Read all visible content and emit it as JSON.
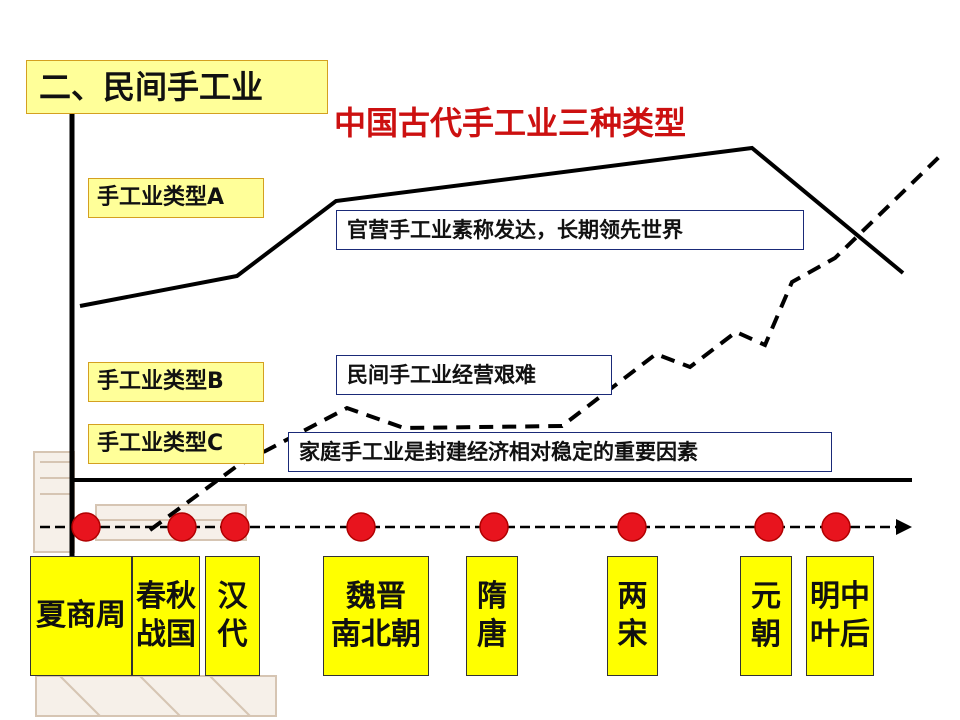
{
  "header": {
    "section_title": "二、民间手工业"
  },
  "title": "中国古代手工业三种类型",
  "type_labels": {
    "a": "手工业类型A",
    "b": "手工业类型B",
    "c": "手工业类型C"
  },
  "descriptions": {
    "a": "官营手工业素称发达，长期领先世界",
    "b": "民间手工业经营艰难",
    "c": "家庭手工业是封建经济相对稳定的重要因素"
  },
  "dynasties": [
    {
      "label": "夏商周"
    },
    {
      "label": "春秋\n战国"
    },
    {
      "label": "汉\n代"
    },
    {
      "label": "魏晋\n南北朝"
    },
    {
      "label": "隋\n唐"
    },
    {
      "label": "两\n宋"
    },
    {
      "label": "元\n朝"
    },
    {
      "label": "明中\n叶后"
    }
  ],
  "colors": {
    "label_fill": "#ffff99",
    "dynasty_fill": "#ffff00",
    "title_red": "#cc1010",
    "node_red": "#e8141e",
    "line_black": "#000000",
    "desc_border": "#1a2a78"
  }
}
